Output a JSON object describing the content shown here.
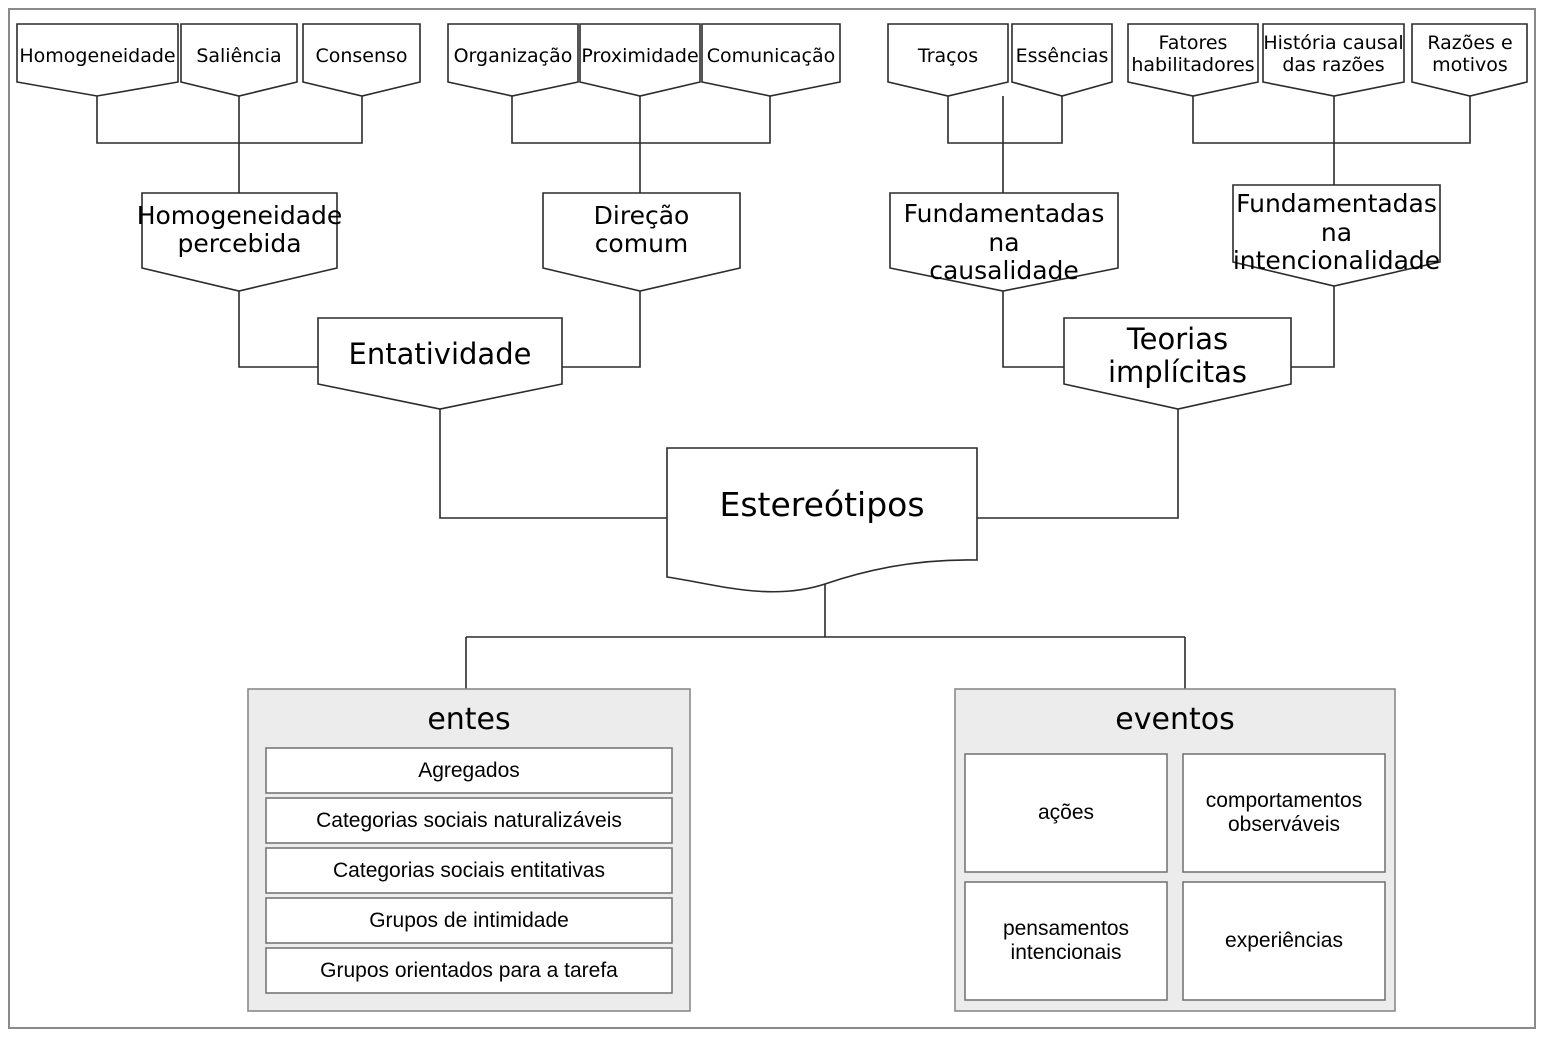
{
  "diagram": {
    "title": "Estereótipos",
    "outer_frame": true,
    "colors": {
      "stroke": "#2b2b2b",
      "panel_fill": "#ececec",
      "box_fill": "#ffffff",
      "text": "#000000"
    },
    "tier1": [
      {
        "id": "homogeneidade",
        "label": "Homogeneidade",
        "group": "entatividade-left"
      },
      {
        "id": "saliencia",
        "label": "Saliência",
        "group": "entatividade-left"
      },
      {
        "id": "consenso",
        "label": "Consenso",
        "group": "entatividade-left"
      },
      {
        "id": "organizacao",
        "label": "Organização",
        "group": "entatividade-right"
      },
      {
        "id": "proximidade",
        "label": "Proximidade",
        "group": "entatividade-right"
      },
      {
        "id": "comunicacao",
        "label": "Comunicação",
        "group": "entatividade-right"
      },
      {
        "id": "tracos",
        "label": "Traços",
        "group": "teorias-left"
      },
      {
        "id": "essencias",
        "label": "Essências",
        "group": "teorias-left"
      },
      {
        "id": "fatores",
        "label": "Fatores\nhabilitadores",
        "group": "teorias-right"
      },
      {
        "id": "historia",
        "label": "História causal\ndas razões",
        "group": "teorias-right"
      },
      {
        "id": "razoes",
        "label": "Razões e\nmotivos",
        "group": "teorias-right"
      }
    ],
    "tier2": [
      {
        "id": "homogeneidade-percebida",
        "label": "Homogeneidade\npercebida",
        "parent": "entatividade"
      },
      {
        "id": "direcao-comum",
        "label": "Direção\ncomum",
        "parent": "entatividade"
      },
      {
        "id": "fundamentadas-causalidade",
        "label": "Fundamentadas\nna\ncausalidade",
        "parent": "teorias"
      },
      {
        "id": "fundamentadas-intencionalidade",
        "label": "Fundamentadas\nna\nintencionalidade",
        "parent": "teorias"
      }
    ],
    "tier3": [
      {
        "id": "entatividade",
        "label": "Entatividade",
        "parent": "estereotipos"
      },
      {
        "id": "teorias-implicitas",
        "label": "Teorias\nimplícitas",
        "parent": "estereotipos"
      }
    ],
    "root": {
      "id": "estereotipos",
      "label": "Estereótipos"
    },
    "panels": [
      {
        "id": "entes",
        "title": "entes",
        "layout": "rows",
        "items": [
          "Agregados",
          "Categorias sociais naturalizáveis",
          "Categorias sociais entitativas",
          "Grupos de intimidade",
          "Grupos orientados para a tarefa"
        ]
      },
      {
        "id": "eventos",
        "title": "eventos",
        "layout": "grid-2x2",
        "items": [
          "ações",
          "comportamentos\nobserváveis",
          "pensamentos\nintencionais",
          "experiências"
        ]
      }
    ]
  }
}
